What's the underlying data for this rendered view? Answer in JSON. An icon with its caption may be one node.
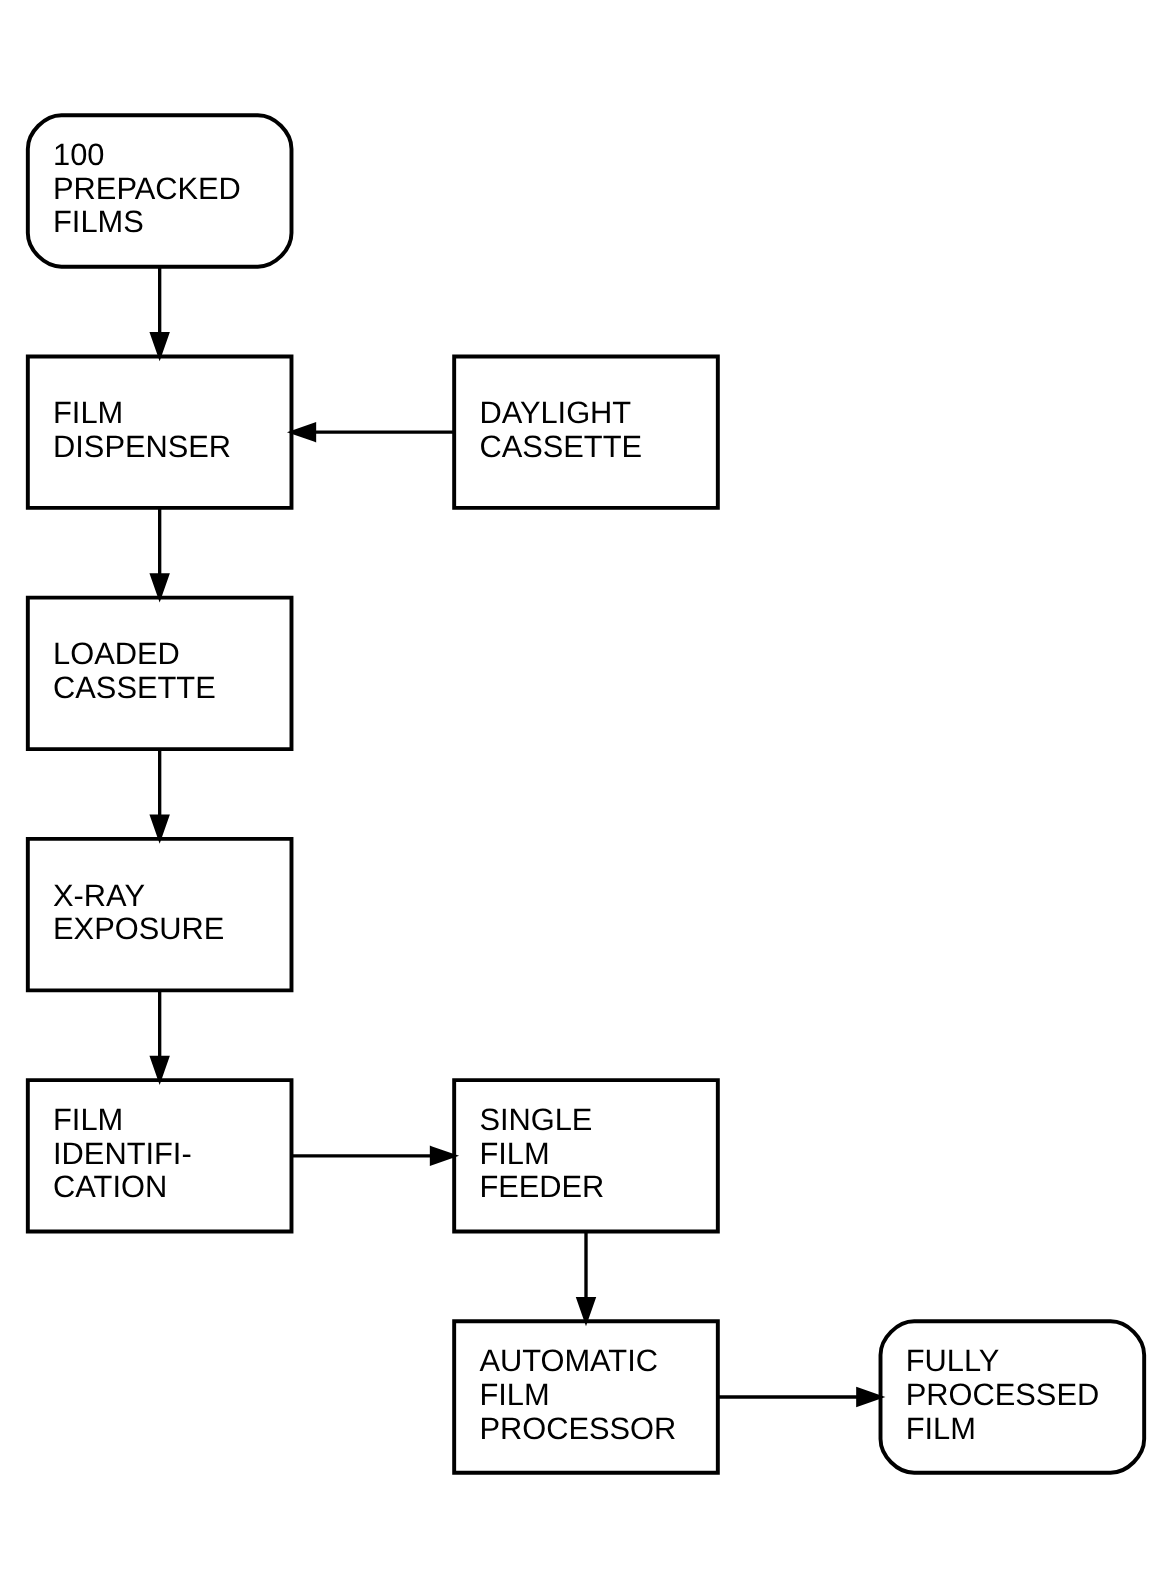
{
  "diagram": {
    "nodes": [
      {
        "text": [
          "100 PREPACKED FILMS"
        ]
      },
      {
        "text": [
          "FILM DISPENSER"
        ]
      },
      {
        "text": [
          "DAYLIGHT CASSETTE"
        ]
      },
      {
        "text": [
          "LOADED CASSETTE"
        ]
      },
      {
        "text": [
          "X-RAY EXPOSURE"
        ]
      },
      {
        "text": [
          "FILM IDENTIFI- CATION"
        ]
      },
      {
        "text": [
          "SINGLE FILM FEEDER"
        ]
      },
      {
        "text": [
          "AUTOMATIC FILM PROCESSOR"
        ]
      },
      {
        "text": [
          "FULLY PROCESSED FILM"
        ]
      }
    ],
    "edges": [
      {
        "from": 0,
        "to": 1,
        "arrow": "to"
      },
      {
        "from": 2,
        "to": 1,
        "arrow": "to"
      },
      {
        "from": 1,
        "to": 3,
        "arrow": "to"
      },
      {
        "from": 3,
        "to": 4,
        "arrow": "to"
      },
      {
        "from": 4,
        "to": 5,
        "arrow": "to"
      },
      {
        "from": 5,
        "to": 6,
        "arrow": "to"
      },
      {
        "from": 6,
        "to": 7,
        "arrow": "to"
      },
      {
        "from": 7,
        "to": 8,
        "arrow": "to"
      }
    ]
  }
}
